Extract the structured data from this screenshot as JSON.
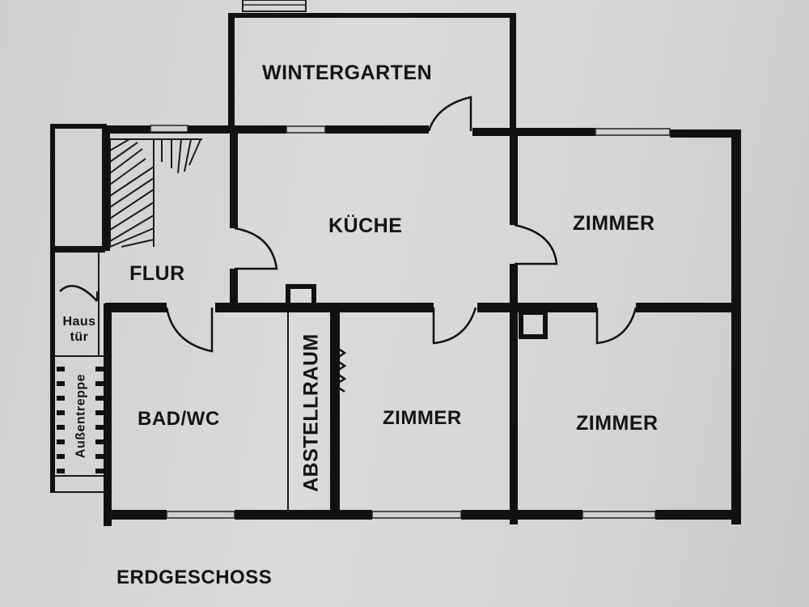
{
  "plan": {
    "floor_caption": "ERDGESCHOSS",
    "rooms": {
      "wintergarten": "WINTERGARTEN",
      "kueche": "KÜCHE",
      "zimmer_top_right": "ZIMMER",
      "flur": "FLUR",
      "bad": "BAD/WC",
      "abstellraum": "ABSTELLRAUM",
      "zimmer_bottom_middle": "ZIMMER",
      "zimmer_bottom_right": "ZIMMER"
    },
    "entrance": {
      "door_line1": "Haus",
      "door_line2": "tür",
      "stairs": "Außentreppe"
    }
  }
}
